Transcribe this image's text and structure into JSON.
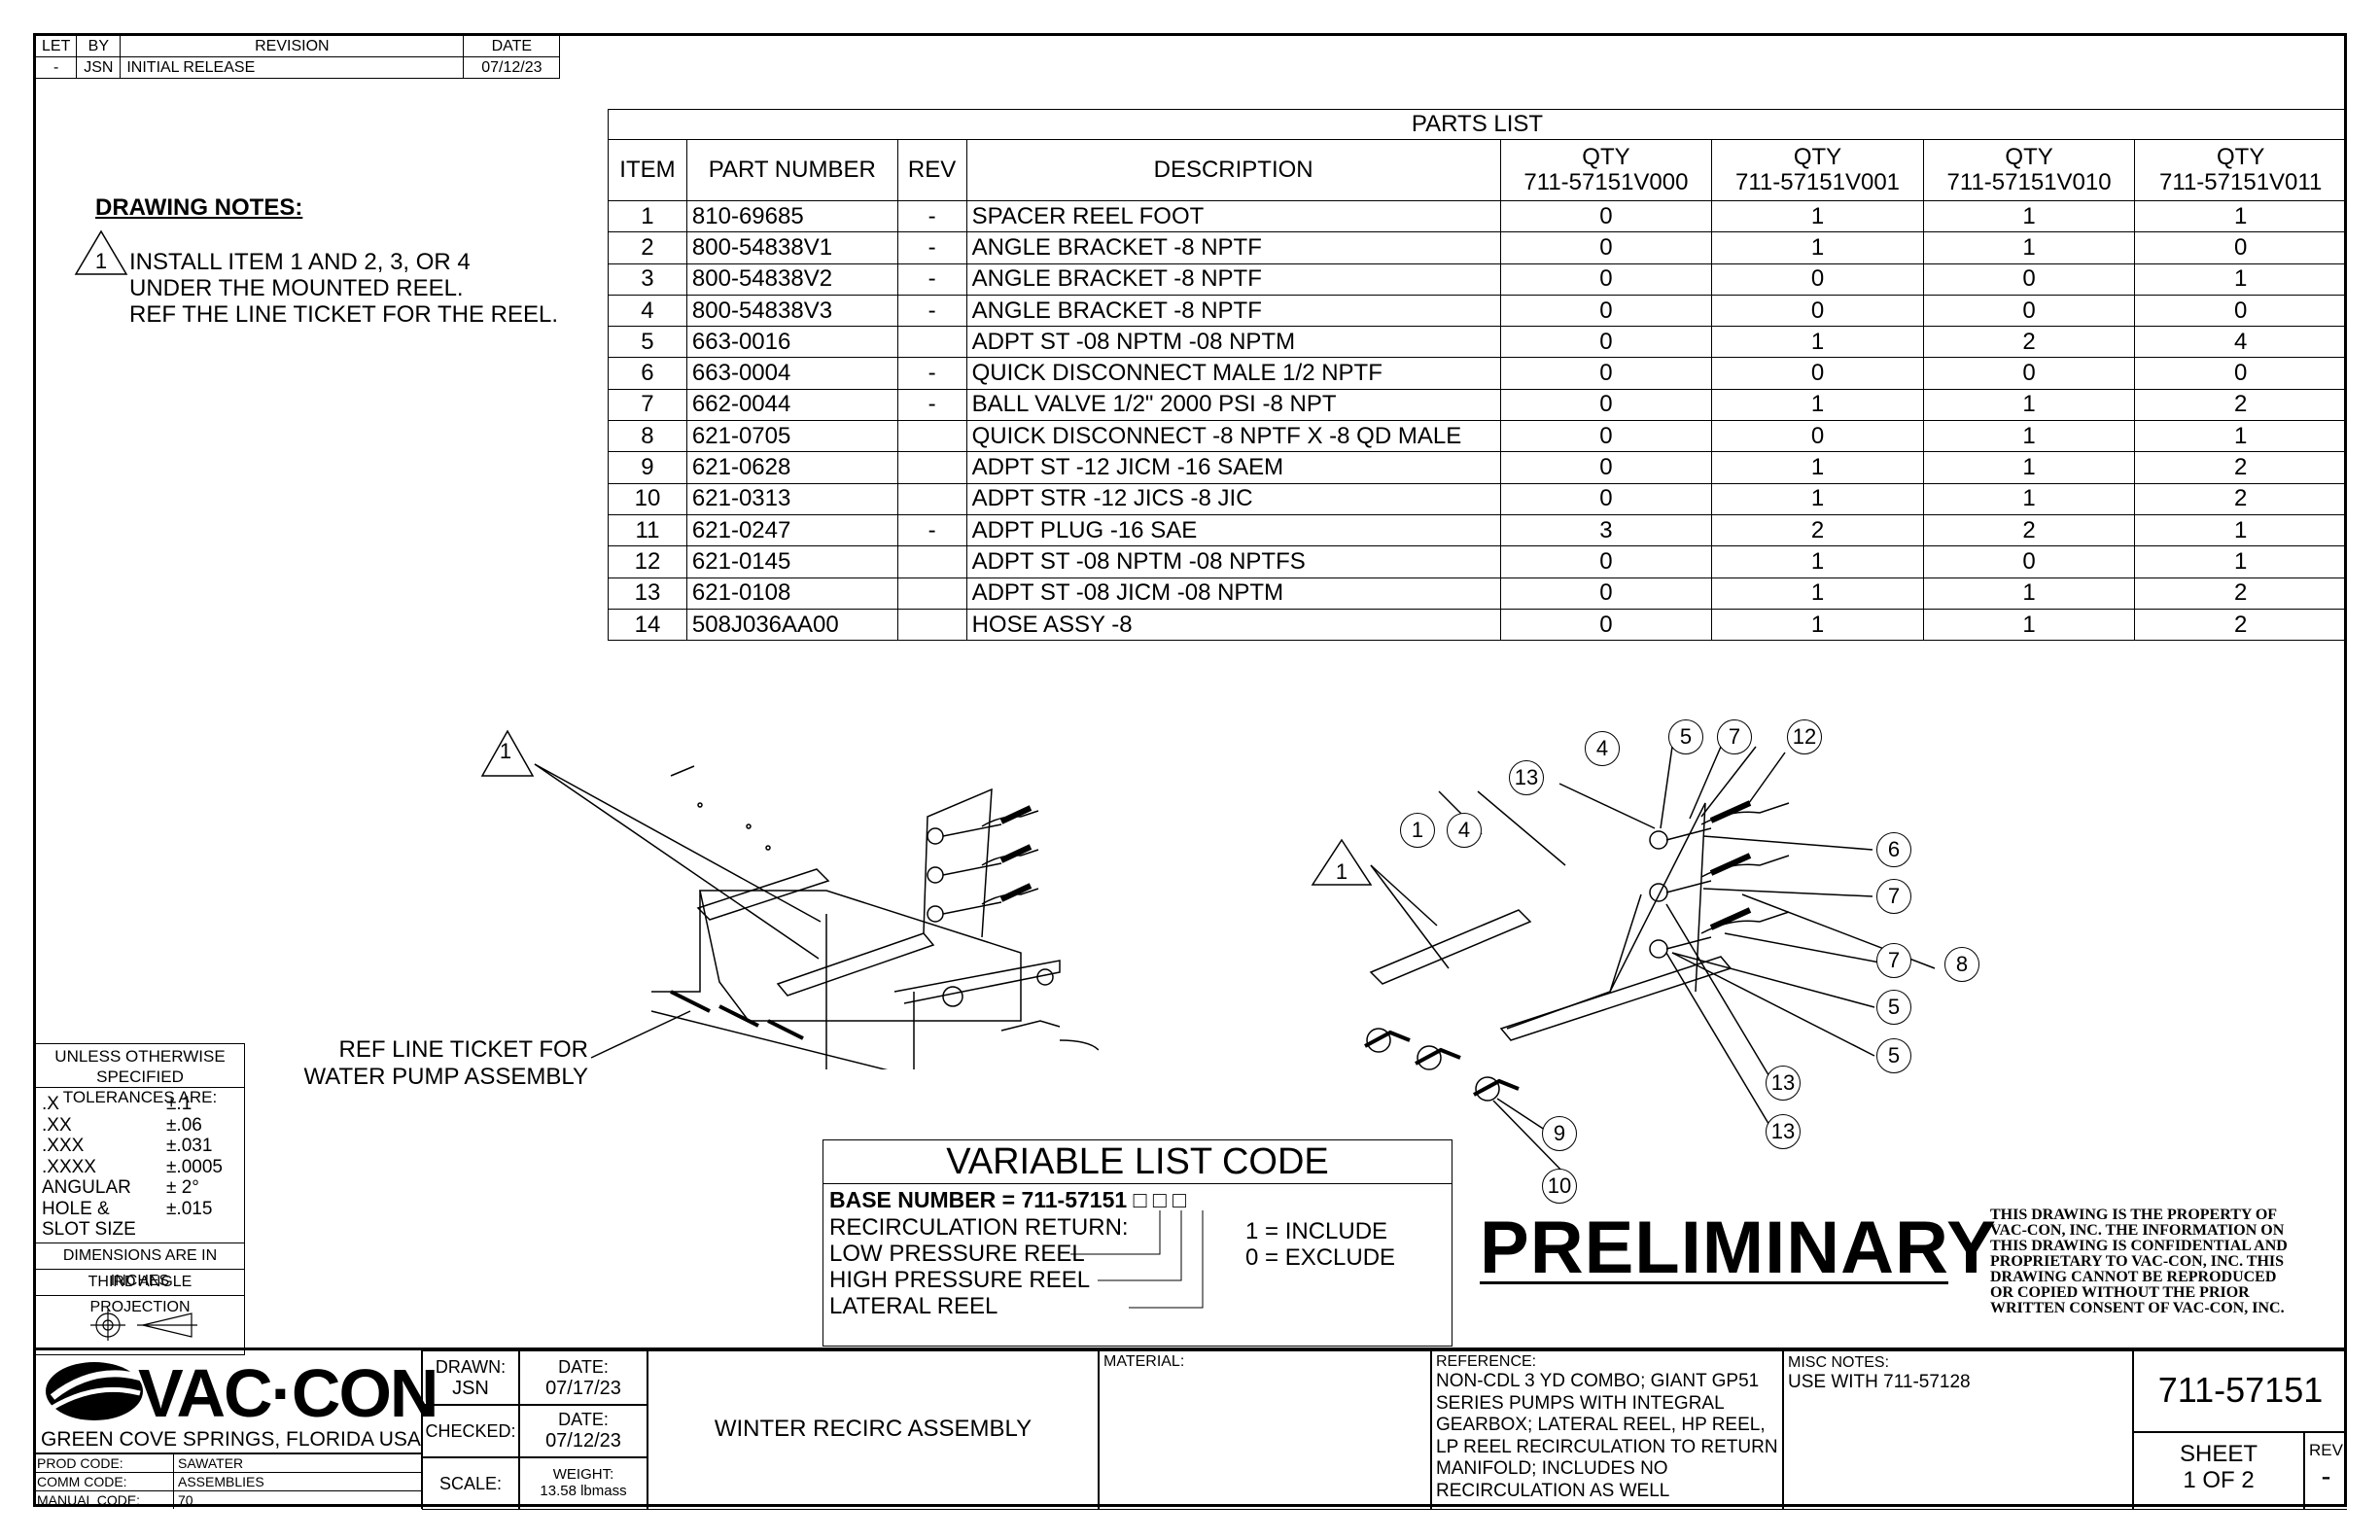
{
  "revision_block": {
    "headers": [
      "LET",
      "BY",
      "REVISION",
      "DATE"
    ],
    "rows": [
      [
        "-",
        "JSN",
        "INITIAL RELEASE",
        "07/12/23"
      ]
    ]
  },
  "parts_list": {
    "title": "PARTS LIST",
    "headers": [
      "ITEM",
      "PART NUMBER",
      "REV",
      "DESCRIPTION"
    ],
    "qty_label": "QTY",
    "qty_columns": [
      "711-57151V000",
      "711-57151V001",
      "711-57151V010",
      "711-57151V011"
    ],
    "rows": [
      {
        "item": "1",
        "part": "810-69685",
        "rev": "-",
        "desc": "SPACER REEL FOOT",
        "qty": [
          "0",
          "1",
          "1",
          "1"
        ]
      },
      {
        "item": "2",
        "part": "800-54838V1",
        "rev": "-",
        "desc": "ANGLE BRACKET -8 NPTF",
        "qty": [
          "0",
          "1",
          "1",
          "0"
        ]
      },
      {
        "item": "3",
        "part": "800-54838V2",
        "rev": "-",
        "desc": "ANGLE BRACKET -8 NPTF",
        "qty": [
          "0",
          "0",
          "0",
          "1"
        ]
      },
      {
        "item": "4",
        "part": "800-54838V3",
        "rev": "-",
        "desc": "ANGLE BRACKET -8 NPTF",
        "qty": [
          "0",
          "0",
          "0",
          "0"
        ]
      },
      {
        "item": "5",
        "part": "663-0016",
        "rev": "",
        "desc": "ADPT ST -08 NPTM -08 NPTM",
        "qty": [
          "0",
          "1",
          "2",
          "4"
        ]
      },
      {
        "item": "6",
        "part": "663-0004",
        "rev": "-",
        "desc": "QUICK DISCONNECT MALE 1/2 NPTF",
        "qty": [
          "0",
          "0",
          "0",
          "0"
        ]
      },
      {
        "item": "7",
        "part": "662-0044",
        "rev": "-",
        "desc": "BALL VALVE 1/2\" 2000 PSI -8 NPT",
        "qty": [
          "0",
          "1",
          "1",
          "2"
        ]
      },
      {
        "item": "8",
        "part": "621-0705",
        "rev": "",
        "desc": "QUICK DISCONNECT -8 NPTF X -8 QD MALE",
        "qty": [
          "0",
          "0",
          "1",
          "1"
        ]
      },
      {
        "item": "9",
        "part": "621-0628",
        "rev": "",
        "desc": "ADPT ST -12 JICM -16 SAEM",
        "qty": [
          "0",
          "1",
          "1",
          "2"
        ]
      },
      {
        "item": "10",
        "part": "621-0313",
        "rev": "",
        "desc": "ADPT STR -12 JICS -8 JIC",
        "qty": [
          "0",
          "1",
          "1",
          "2"
        ]
      },
      {
        "item": "11",
        "part": "621-0247",
        "rev": "-",
        "desc": "ADPT PLUG -16 SAE",
        "qty": [
          "3",
          "2",
          "2",
          "1"
        ]
      },
      {
        "item": "12",
        "part": "621-0145",
        "rev": "",
        "desc": "ADPT ST -08 NPTM -08 NPTFS",
        "qty": [
          "0",
          "1",
          "0",
          "1"
        ]
      },
      {
        "item": "13",
        "part": "621-0108",
        "rev": "",
        "desc": "ADPT ST -08 JICM -08 NPTM",
        "qty": [
          "0",
          "1",
          "1",
          "2"
        ]
      },
      {
        "item": "14",
        "part": "508J036AA00",
        "rev": "",
        "desc": "HOSE ASSY -8",
        "qty": [
          "0",
          "1",
          "1",
          "2"
        ]
      }
    ]
  },
  "drawing_notes": {
    "title": "DRAWING NOTES:",
    "note_number": "1",
    "lines": [
      "INSTALL ITEM 1 AND 2, 3, OR 4",
      "UNDER THE MOUNTED REEL.",
      "REF THE LINE TICKET FOR THE REEL."
    ]
  },
  "views": {
    "left_note_number": "1",
    "left_ref_line1": "REF LINE TICKET FOR",
    "left_ref_line2": "WATER PUMP ASSEMBLY",
    "right_note_number": "1",
    "balloons": [
      "1",
      "4",
      "13",
      "4",
      "5",
      "7",
      "12",
      "6",
      "7",
      "7",
      "8",
      "5",
      "5",
      "13",
      "13",
      "9",
      "10"
    ]
  },
  "tolerances": {
    "title1": "UNLESS OTHERWISE SPECIFIED",
    "title2": "TOLERANCES ARE:",
    "rows": [
      [
        ".X",
        "±.1"
      ],
      [
        ".XX",
        "±.06"
      ],
      [
        ".XXX",
        "±.031"
      ],
      [
        ".XXXX",
        "±.0005"
      ],
      [
        "ANGULAR",
        "± 2°"
      ],
      [
        "HOLE &",
        "±.015"
      ],
      [
        "SLOT SIZE",
        ""
      ]
    ],
    "units": "DIMENSIONS ARE IN INCHES",
    "projection": "THIRD ANGLE PROJECTION"
  },
  "variable_list": {
    "title": "VARIABLE LIST CODE",
    "base": "BASE NUMBER = 711-57151",
    "boxes": "□ □ □",
    "lines": [
      "RECIRCULATION RETURN:",
      "LOW PRESSURE REEL",
      "HIGH PRESSURE REEL",
      "LATERAL REEL"
    ],
    "legend": [
      "1 = INCLUDE",
      "0 = EXCLUDE"
    ]
  },
  "preliminary": "PRELIMINARY",
  "property_notice": [
    "THIS DRAWING IS THE PROPERTY OF",
    "VAC-CON, INC.  THE INFORMATION ON",
    "THIS DRAWING IS CONFIDENTIAL AND",
    "PROPRIETARY TO VAC-CON, INC.  THIS",
    "DRAWING CANNOT BE REPRODUCED",
    "OR COPIED WITHOUT THE PRIOR",
    "WRITTEN CONSENT OF VAC-CON, INC."
  ],
  "title_block": {
    "company": "VAC·CON",
    "location": "GREEN COVE SPRINGS, FLORIDA USA",
    "codes": [
      [
        "PROD CODE:",
        "SAWATER"
      ],
      [
        "COMM CODE:",
        "ASSEMBLIES"
      ],
      [
        "MANUAL CODE:",
        "70"
      ]
    ],
    "drawn_label": "DRAWN:",
    "drawn_by": "JSN",
    "date_label": "DATE:",
    "drawn_date": "07/17/23",
    "checked_label": "CHECKED:",
    "checked_date": "07/12/23",
    "scale_label": "SCALE:",
    "weight_label": "WEIGHT:",
    "weight": "13.58 lbmass",
    "title": "WINTER RECIRC ASSEMBLY",
    "material_label": "MATERIAL:",
    "reference_label": "REFERENCE:",
    "reference": [
      "NON-CDL 3 YD COMBO;  GIANT GP51",
      "SERIES PUMPS WITH INTEGRAL",
      "GEARBOX;  LATERAL REEL, HP REEL,",
      "LP REEL RECIRCULATION TO RETURN",
      "MANIFOLD; INCLUDES NO",
      "RECIRCULATION AS WELL"
    ],
    "misc_label": "MISC NOTES:",
    "misc": "USE WITH 711-57128",
    "drawing_number": "711-57151",
    "sheet_label": "SHEET",
    "sheet": "1  OF 2",
    "rev_label": "REV",
    "rev": "-"
  }
}
